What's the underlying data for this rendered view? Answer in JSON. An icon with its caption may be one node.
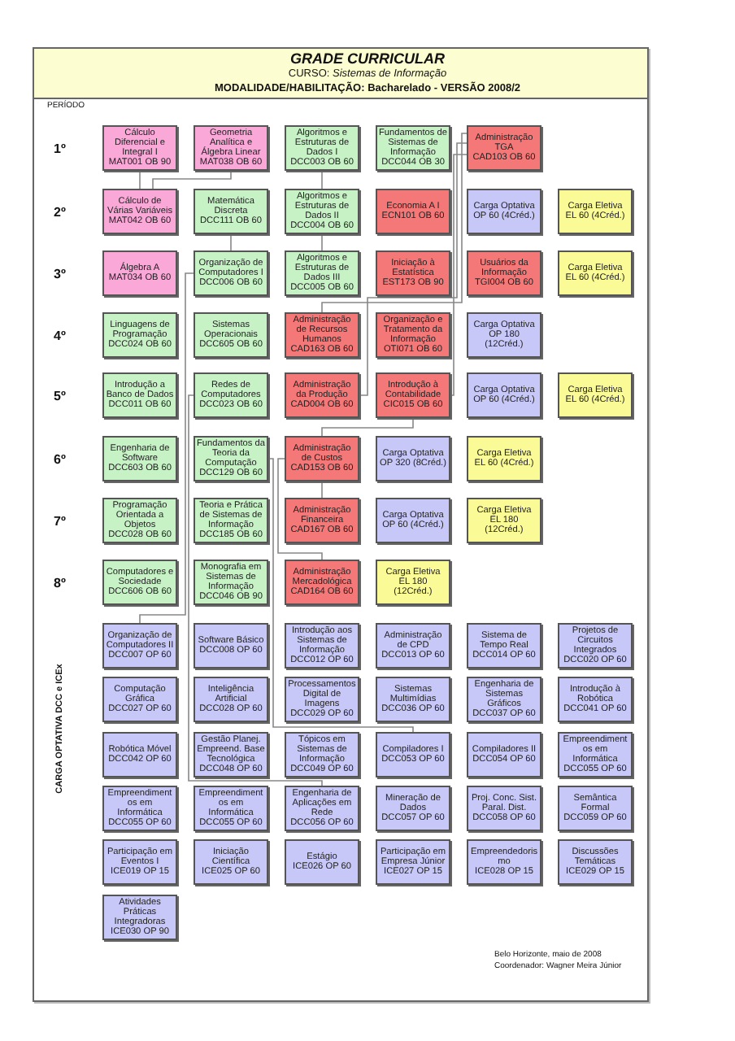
{
  "diagram": {
    "title": "GRADE CURRICULAR",
    "nodes": [
      {
        "text": [
          "Cálculo Diferencial e Integral I",
          "MAT001 OB 90"
        ]
      },
      {
        "text": [
          "Geometria Analítica e Álgebra Linear",
          "MAT038 OB 60"
        ]
      },
      {
        "text": [
          "Algoritmos e Estruturas de Dados I",
          "DCC003 OB 60"
        ]
      },
      {
        "text": [
          "Fundamentos de Sistemas de Informação",
          "DCC044 OB 30"
        ]
      },
      {
        "text": [
          "Administração TGA",
          "CAD103 OB 60"
        ]
      },
      {
        "text": [
          "Cálculo de Várias Variáveis",
          "MAT042 OB 60"
        ]
      },
      {
        "text": [
          "Matemática Discreta",
          "DCC111 OB 60"
        ]
      },
      {
        "text": [
          "Algoritmos e Estruturas de Dados II",
          "DCC004 OB 60"
        ]
      },
      {
        "text": [
          "Economia A I",
          "ECN101 OB 60"
        ]
      },
      {
        "text": [
          "Carga Optativa",
          "OP 60 (4Créd.)"
        ]
      },
      {
        "text": [
          "Carga Eletiva",
          "EL 60 (4Créd.)"
        ]
      },
      {
        "text": [
          "Álgebra A",
          "MAT034 OB 60"
        ]
      },
      {
        "text": [
          "Organização de Computadores I",
          "DCC006 OB 60"
        ]
      },
      {
        "text": [
          "Algoritmos e Estruturas de Dados III",
          "DCC005 OB 60"
        ]
      },
      {
        "text": [
          "Iniciação à Estatística",
          "EST173 OB 90"
        ]
      },
      {
        "text": [
          "Usuários da Informação",
          "TGI004 OB 60"
        ]
      },
      {
        "text": [
          "Carga Eletiva",
          "EL 60 (4Créd.)"
        ]
      },
      {
        "text": [
          "Linguagens de Programação",
          "DCC024 OB 60"
        ]
      },
      {
        "text": [
          "Sistemas Operacionais",
          "DCC605 OB 60"
        ]
      },
      {
        "text": [
          "Administração de Recursos Humanos",
          "CAD163 OB 60"
        ]
      },
      {
        "text": [
          "Organização e Tratamento da Informação",
          "OTI071 OB 60"
        ]
      },
      {
        "text": [
          "Carga Optativa",
          "OP 180 (12Créd.)"
        ]
      },
      {
        "text": [
          "Introdução a Banco de Dados",
          "DCC011 OB 60"
        ]
      },
      {
        "text": [
          "Redes de Computadores",
          "DCC023 OB 60"
        ]
      },
      {
        "text": [
          "Administração da Produção",
          "CAD004 OB 60"
        ]
      },
      {
        "text": [
          "Introdução à Contabilidade",
          "CIC015 OB 60"
        ]
      },
      {
        "text": [
          "Carga Optativa",
          "OP 60 (4Créd.)"
        ]
      },
      {
        "text": [
          "Carga Eletiva",
          "EL 60 (4Créd.)"
        ]
      },
      {
        "text": [
          "Engenharia de Software",
          "DCC603 OB 60"
        ]
      },
      {
        "text": [
          "Fundamentos da Teoria da Computação",
          "DCC129 OB 60"
        ]
      },
      {
        "text": [
          "Administração de Custos",
          "CAD153 OB 60"
        ]
      },
      {
        "text": [
          "Carga Optativa",
          "OP 320 (8Créd.)"
        ]
      },
      {
        "text": [
          "Carga Eletiva",
          "EL 60 (4Créd.)"
        ]
      },
      {
        "text": [
          "Programação Orientada a Objetos",
          "DCC028 OB 60"
        ]
      },
      {
        "text": [
          "Teoria e Prática de Sistemas de Informação",
          "DCC185 OB 60"
        ]
      },
      {
        "text": [
          "Administração Financeira",
          "CAD167 OB 60"
        ]
      },
      {
        "text": [
          "Carga Optativa",
          "OP 60 (4Créd.)"
        ]
      },
      {
        "text": [
          "Carga Eletiva",
          "EL 180 (12Créd.)"
        ]
      },
      {
        "text": [
          "Computadores e Sociedade",
          "DCC606 OB 60"
        ]
      },
      {
        "text": [
          "Monografia em Sistemas de Informação",
          "DCC046 OB 90"
        ]
      },
      {
        "text": [
          "Administração Mercadológica",
          "CAD164 OB 60"
        ]
      },
      {
        "text": [
          "Carga Eletiva",
          "EL 180 (12Créd.)"
        ]
      },
      {
        "text": [
          "Organização de Computadores II",
          "DCC007 OP 60"
        ]
      },
      {
        "text": [
          "Software Básico",
          "DCC008 OP 60"
        ]
      },
      {
        "text": [
          "Introdução aos Sistemas de Informação",
          "DCC012 OP 60"
        ]
      },
      {
        "text": [
          "Administração de CPD",
          "DCC013 OP 60"
        ]
      },
      {
        "text": [
          "Sistema de Tempo Real",
          "DCC014 OP 60"
        ]
      },
      {
        "text": [
          "Projetos de Circuitos Integrados",
          "DCC020 OP 60"
        ]
      },
      {
        "text": [
          "Computação Gráfica",
          "DCC027 OP 60"
        ]
      },
      {
        "text": [
          "Inteligência Artificial",
          "DCC028 OP 60"
        ]
      },
      {
        "text": [
          "Processamentos Digital de Imagens",
          "DCC029 OP 60"
        ]
      },
      {
        "text": [
          "Sistemas Multimídias",
          "DCC036 OP 60"
        ]
      },
      {
        "text": [
          "Engenharia de Sistemas Gráficos",
          "DCC037 OP 60"
        ]
      },
      {
        "text": [
          "Introdução à Robótica",
          "DCC041 OP 60"
        ]
      },
      {
        "text": [
          "Robótica Móvel",
          "DCC042 OP 60"
        ]
      },
      {
        "text": [
          "Gestão Planej. Empreend. Base Tecnológica",
          "DCC048 OP 60"
        ]
      },
      {
        "text": [
          "Tópicos em Sistemas de Informação",
          "DCC049 OP 60"
        ]
      },
      {
        "text": [
          "Compiladores I",
          "DCC053 OP 60"
        ]
      },
      {
        "text": [
          "Compiladores II",
          "DCC054 OP 60"
        ]
      },
      {
        "text": [
          "Empreendimentos em Informática",
          "DCC055 OP 60"
        ]
      },
      {
        "text": [
          "Empreendimentos em Informática",
          "DCC055 OP 60"
        ]
      },
      {
        "text": [
          "Empreendimentos em Informática",
          "DCC055 OP 60"
        ]
      },
      {
        "text": [
          "Engenharia de Aplicações em Rede",
          "DCC056 OP 60"
        ]
      },
      {
        "text": [
          "Mineração de Dados",
          "DCC057 OP 60"
        ]
      },
      {
        "text": [
          "Proj. Conc. Sist. Paral. Dist.",
          "DCC058 OP 60"
        ]
      },
      {
        "text": [
          "Semântica Formal",
          "DCC059 OP 60"
        ]
      },
      {
        "text": [
          "Participação em Eventos I",
          "ICE019 OP 15"
        ]
      },
      {
        "text": [
          "Iniciação Científica",
          "ICE025 OP 60"
        ]
      },
      {
        "text": [
          "Estágio",
          "ICE026 OP 60"
        ]
      },
      {
        "text": [
          "Participação em Empresa Júnior",
          "ICE027 OP 15"
        ]
      },
      {
        "text": [
          "Empreendedorismo",
          "ICE028 OP 15"
        ]
      },
      {
        "text": [
          "Discussões Temáticas",
          "ICE029 OP 15"
        ]
      },
      {
        "text": [
          "Atividades Práticas Integradoras",
          "ICE030 OP 90"
        ]
      }
    ],
    "edges": [
      {
        "from": 0,
        "to": 5,
        "arrow": "none"
      },
      {
        "from": 1,
        "to": 5,
        "arrow": "none"
      },
      {
        "from": 2,
        "to": 7,
        "arrow": "none"
      },
      {
        "from": 7,
        "to": 13,
        "arrow": "none"
      },
      {
        "from": 6,
        "to": 12,
        "arrow": "none"
      },
      {
        "from": 4,
        "to": 19,
        "arrow": "none"
      },
      {
        "from": 4,
        "to": 24,
        "arrow": "none"
      },
      {
        "from": 4,
        "to": 25,
        "arrow": "none"
      },
      {
        "from": 25,
        "to": 30,
        "arrow": "none"
      },
      {
        "from": 30,
        "to": 35,
        "arrow": "none"
      },
      {
        "from": 30,
        "to": 40,
        "arrow": "none"
      },
      {
        "from": 12,
        "to": 42,
        "arrow": "none"
      },
      {
        "from": 23,
        "to": 62,
        "arrow": "none"
      },
      {
        "from": 29,
        "to": 57,
        "arrow": "none"
      }
    ],
    "labels": [
      "CURSO: *Sistemas de Informação*",
      "MODALIDADE/HABILITAÇÃO: Bacharelado - VERSÃO 2008/2",
      "PERÍODO",
      "1º",
      "2º",
      "3º",
      "4º",
      "5º",
      "6º",
      "7º",
      "8º",
      "CARGA OPTATIVA DCC e ICEx",
      "Belo Horizonte, maio de 2008",
      "Coordenador: Wagner Meira Júnior"
    ]
  }
}
